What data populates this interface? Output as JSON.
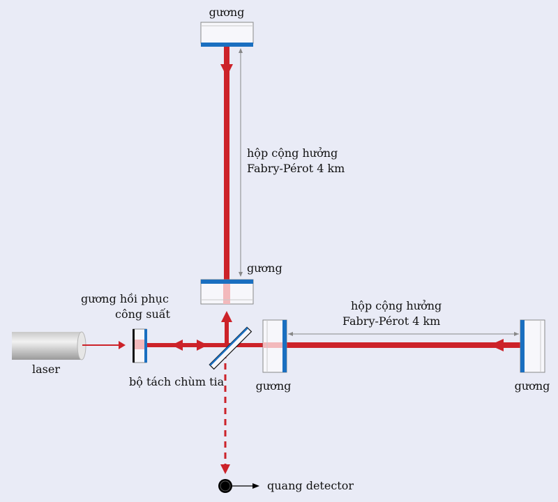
{
  "labels": {
    "mirror_top": "gương",
    "cavity_vertical_line1": "hộp cộng hưởng",
    "cavity_vertical_line2": "Fabry-Pérot 4 km",
    "mirror_inner_vertical": "gương",
    "power_recycling_line1": "gương hồi phục",
    "power_recycling_line2": "công suất",
    "laser": "laser",
    "beam_splitter": "bộ tách chùm tia",
    "cavity_horizontal_line1": "hộp cộng hưởng",
    "cavity_horizontal_line2": "Fabry-Pérot 4 km",
    "mirror_inner_horizontal": "gương",
    "mirror_end_horizontal": "gương",
    "photodetector": "quang detector"
  },
  "colors": {
    "background": "#e9ebf6",
    "beam": "#cc2229",
    "beam_light": "#f3b9bc",
    "mirror_coating": "#1a6fc0",
    "mirror_body": "#f7f7fb",
    "dimension_line": "#888888"
  }
}
